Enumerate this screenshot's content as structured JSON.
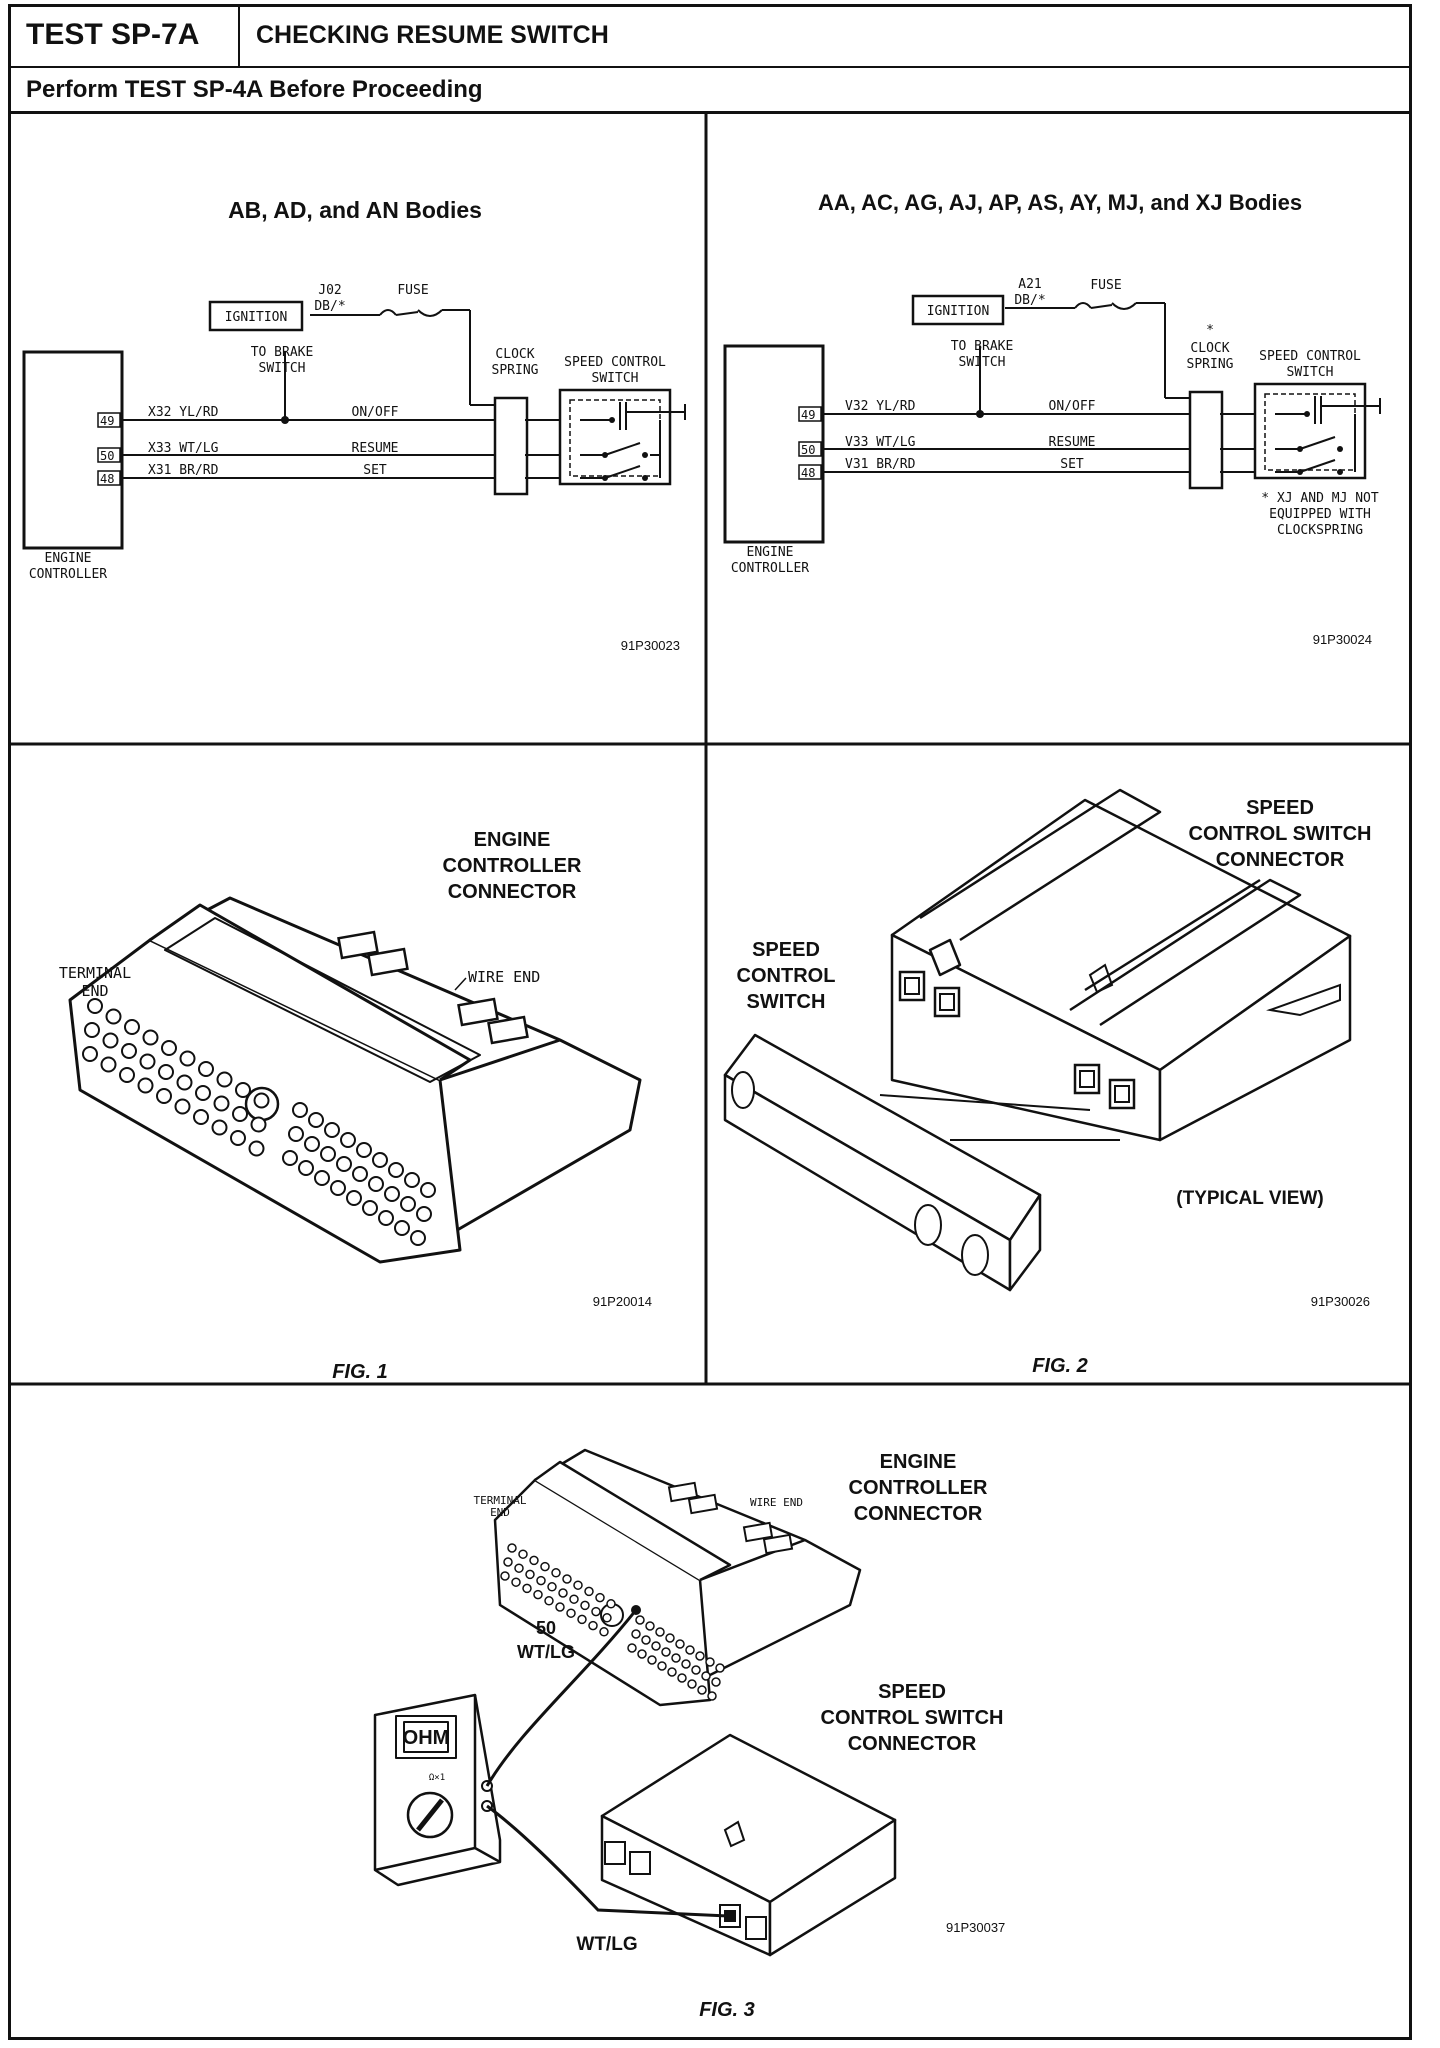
{
  "header": {
    "test_id": "TEST SP-7A",
    "title": "CHECKING RESUME SWITCH",
    "prereq": "Perform TEST SP-4A Before Proceeding"
  },
  "panel_left": {
    "title": "AB, AD, and AN Bodies",
    "code": "91P30023",
    "ignition": "IGNITION",
    "circuit": "J02",
    "circuit_color": "DB/*",
    "fuse": "FUSE",
    "brake_switch": [
      "TO BRAKE",
      "SWITCH"
    ],
    "clock_spring": [
      "CLOCK",
      "SPRING"
    ],
    "speed_switch": [
      "SPEED CONTROL",
      "SWITCH"
    ],
    "controller": [
      "ENGINE",
      "CONTROLLER"
    ],
    "pins": [
      "49",
      "50",
      "48"
    ],
    "wires": [
      "X32 YL/RD",
      "X33 WT/LG",
      "X31 BR/RD"
    ],
    "functions": [
      "ON/OFF",
      "RESUME",
      "SET"
    ]
  },
  "panel_right": {
    "title": "AA, AC, AG, AJ, AP, AS, AY, MJ, and XJ Bodies",
    "code": "91P30024",
    "ignition": "IGNITION",
    "circuit": "A21",
    "circuit_color": "DB/*",
    "fuse": "FUSE",
    "brake_switch": [
      "TO BRAKE",
      "SWITCH"
    ],
    "clock_spring": [
      "*",
      "CLOCK",
      "SPRING"
    ],
    "speed_switch": [
      "SPEED CONTROL",
      "SWITCH"
    ],
    "controller": [
      "ENGINE",
      "CONTROLLER"
    ],
    "pins": [
      "49",
      "50",
      "48"
    ],
    "wires": [
      "V32 YL/RD",
      "V33 WT/LG",
      "V31 BR/RD"
    ],
    "functions": [
      "ON/OFF",
      "RESUME",
      "SET"
    ],
    "note": [
      "* XJ AND MJ NOT",
      "EQUIPPED WITH",
      "CLOCKSPRING"
    ]
  },
  "fig1": {
    "caption": "FIG. 1",
    "code": "91P20014",
    "title": [
      "ENGINE",
      "CONTROLLER",
      "CONNECTOR"
    ],
    "terminal_end": [
      "TERMINAL",
      "END"
    ],
    "wire_end": "WIRE END"
  },
  "fig2": {
    "caption": "FIG. 2",
    "code": "91P30026",
    "connector_title": [
      "SPEED",
      "CONTROL SWITCH",
      "CONNECTOR"
    ],
    "switch_title": [
      "SPEED",
      "CONTROL",
      "SWITCH"
    ],
    "view": "(TYPICAL VIEW)"
  },
  "fig3": {
    "caption": "FIG. 3",
    "code": "91P30037",
    "controller_title": [
      "ENGINE",
      "CONTROLLER",
      "CONNECTOR"
    ],
    "switch_title": [
      "SPEED",
      "CONTROL SWITCH",
      "CONNECTOR"
    ],
    "terminal_end": [
      "TERMINAL",
      "END"
    ],
    "wire_end": "WIRE END",
    "pin_label": [
      "50",
      "WT/LG"
    ],
    "probe_label": "WT/LG",
    "meter_display": "OHM",
    "meter_range": "Ω×1"
  }
}
